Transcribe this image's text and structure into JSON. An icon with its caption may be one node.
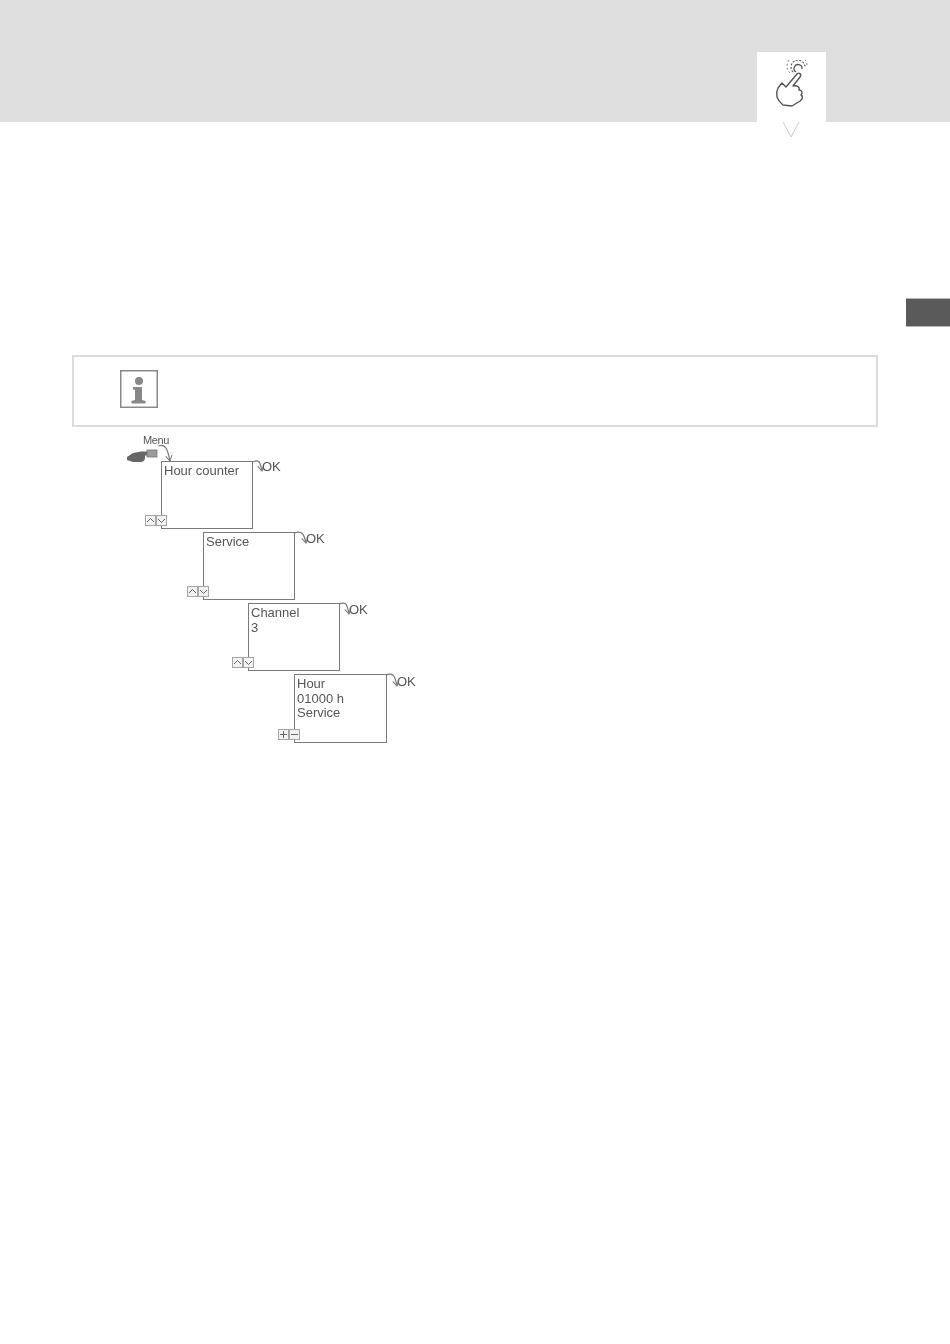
{
  "diagram": {
    "nodes": [
      {
        "text": [
          "Menu"
        ]
      },
      {
        "text": [
          "Hour counter"
        ]
      },
      {
        "text": [
          "OK"
        ]
      },
      {
        "text": [
          "Service"
        ]
      },
      {
        "text": [
          "OK"
        ]
      },
      {
        "text": [
          "Channel",
          "3"
        ]
      },
      {
        "text": [
          "OK"
        ]
      },
      {
        "text": [
          "Hour",
          "01000 h",
          "Service"
        ]
      },
      {
        "text": [
          "OK"
        ]
      }
    ],
    "edges": [
      {
        "from": 0,
        "to": 1,
        "arrow": "to"
      },
      {
        "from": 1,
        "to": 2,
        "arrow": "to"
      },
      {
        "from": 3,
        "to": 4,
        "arrow": "to"
      },
      {
        "from": 5,
        "to": 6,
        "arrow": "to"
      },
      {
        "from": 7,
        "to": 8,
        "arrow": "to"
      }
    ]
  }
}
